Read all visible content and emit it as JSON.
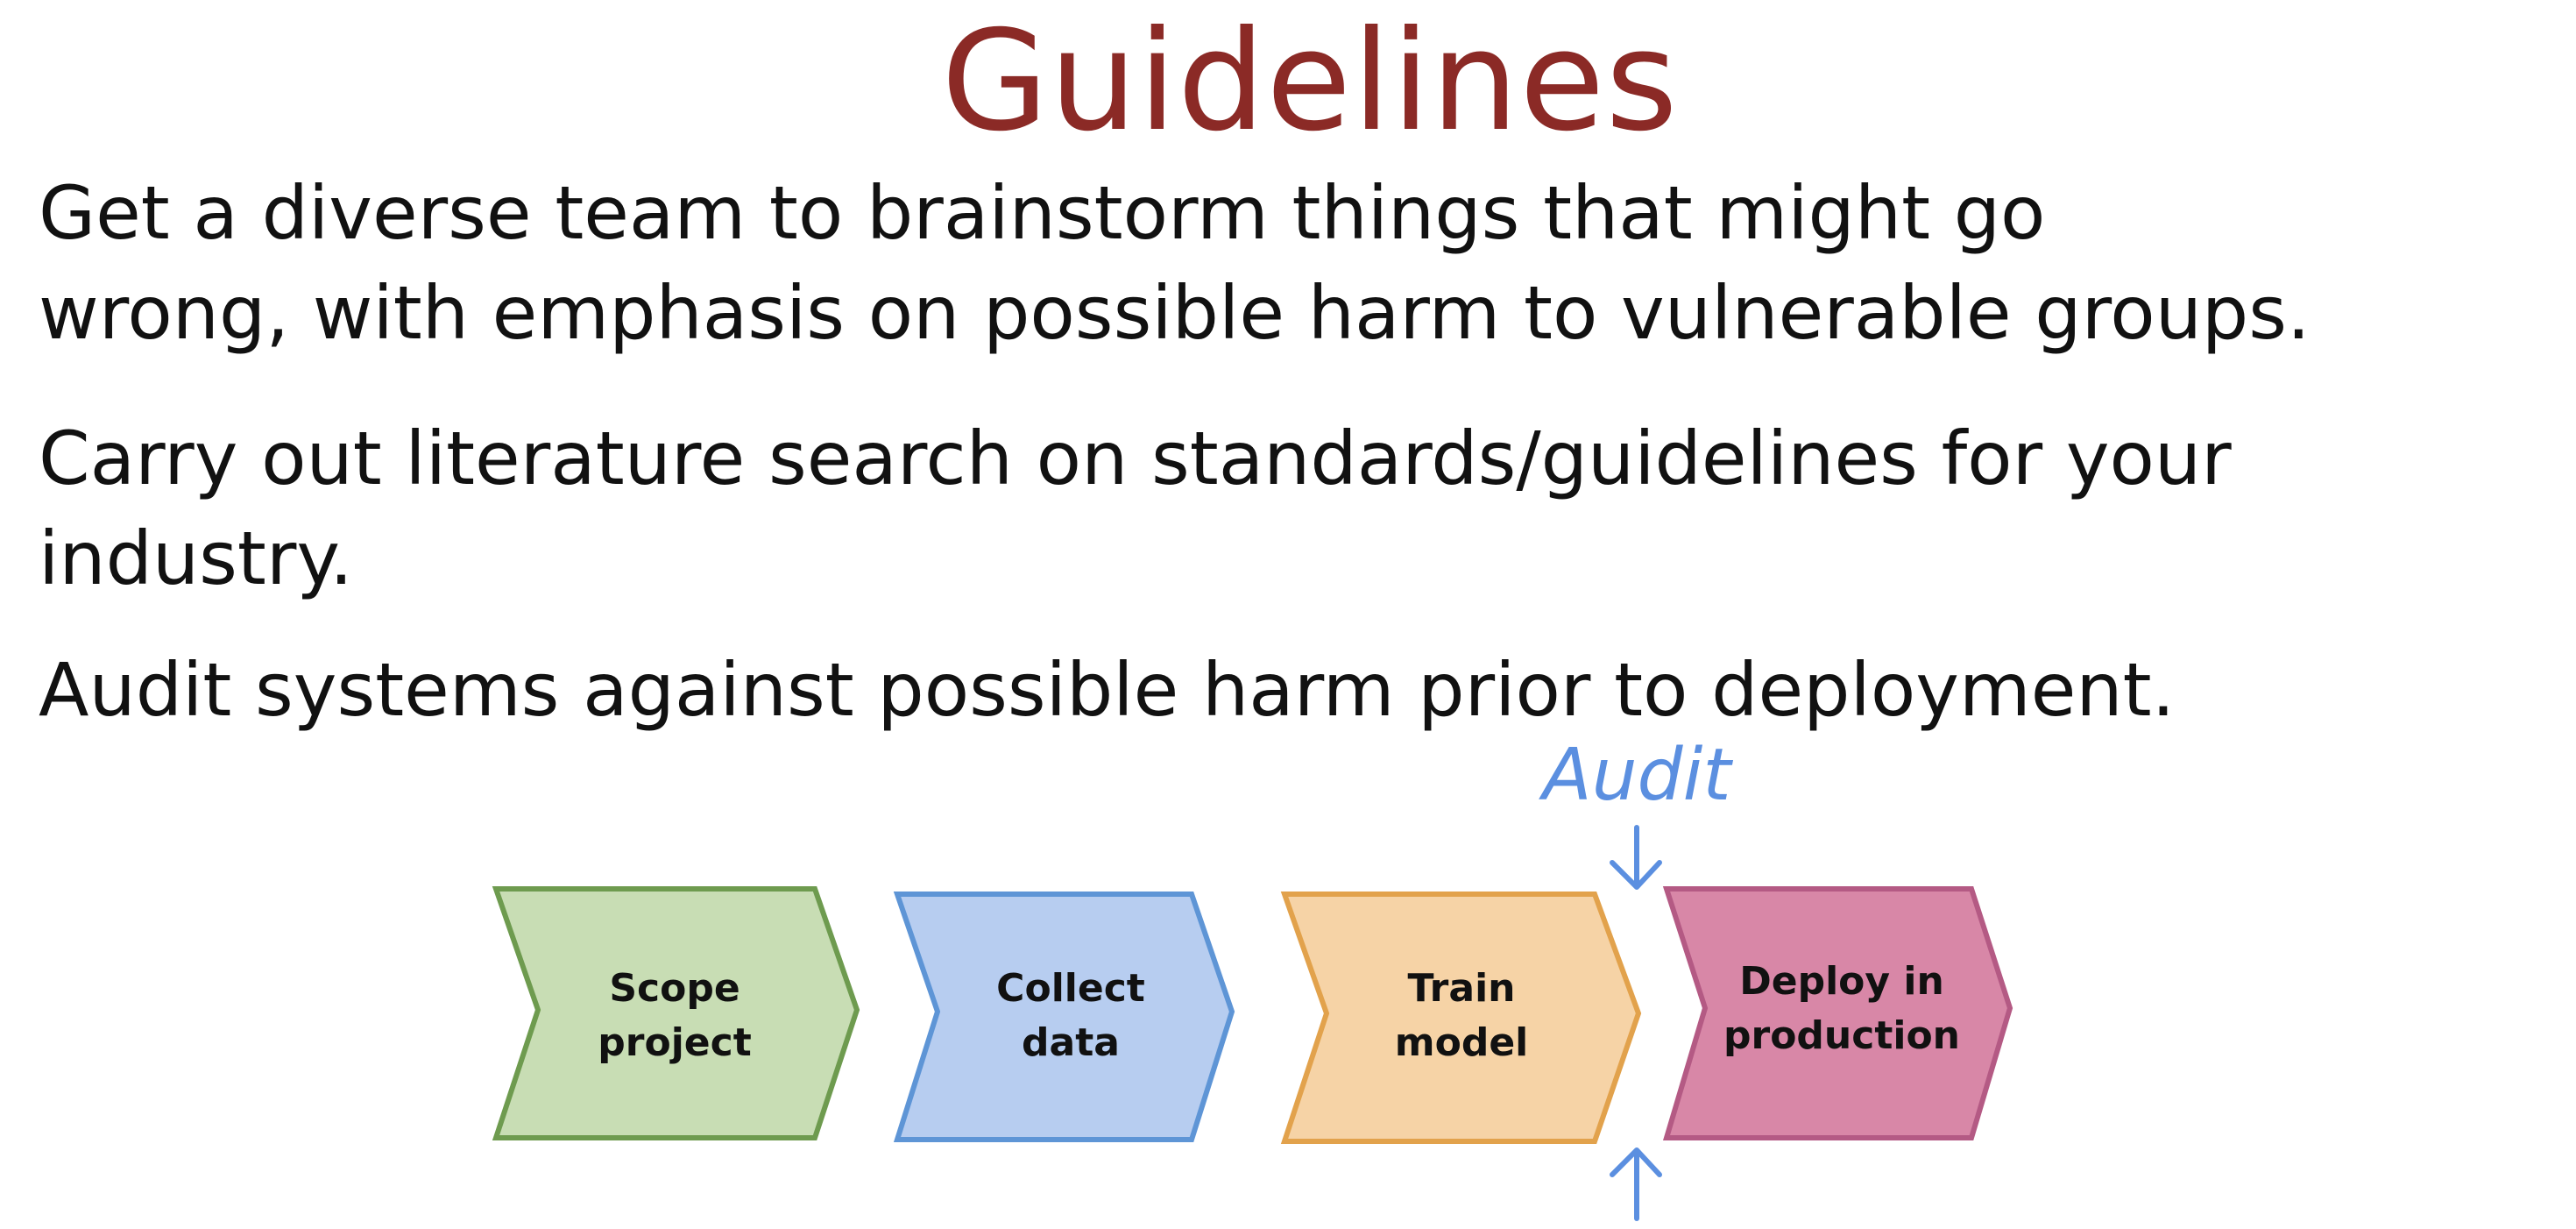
{
  "slide": {
    "title": "Guidelines",
    "bullets": [
      {
        "line1": "Get a diverse team to brainstorm things that might go",
        "line2": "wrong, with emphasis on possible harm to vulnerable groups."
      },
      {
        "line1": "Carry out literature search on standards/guidelines for your",
        "line2": "industry."
      },
      {
        "line1": "Audit systems against possible harm prior to deployment."
      }
    ]
  },
  "diagram": {
    "steps": [
      {
        "line1": "Scope",
        "line2": "project",
        "fill": "#c8ddb4",
        "stroke": "#6e9b4f"
      },
      {
        "line1": "Collect",
        "line2": "data",
        "fill": "#b7cdf0",
        "stroke": "#5e95d6"
      },
      {
        "line1": "Train",
        "line2": "model",
        "fill": "#f6d3a6",
        "stroke": "#e2a24c"
      },
      {
        "line1": "Deploy in",
        "line2": "production",
        "fill": "#d887a7",
        "stroke": "#b45a84"
      }
    ],
    "audit_label": "Audit",
    "audit_color": "#5b8fe0",
    "title_color": "#8b2a26"
  }
}
